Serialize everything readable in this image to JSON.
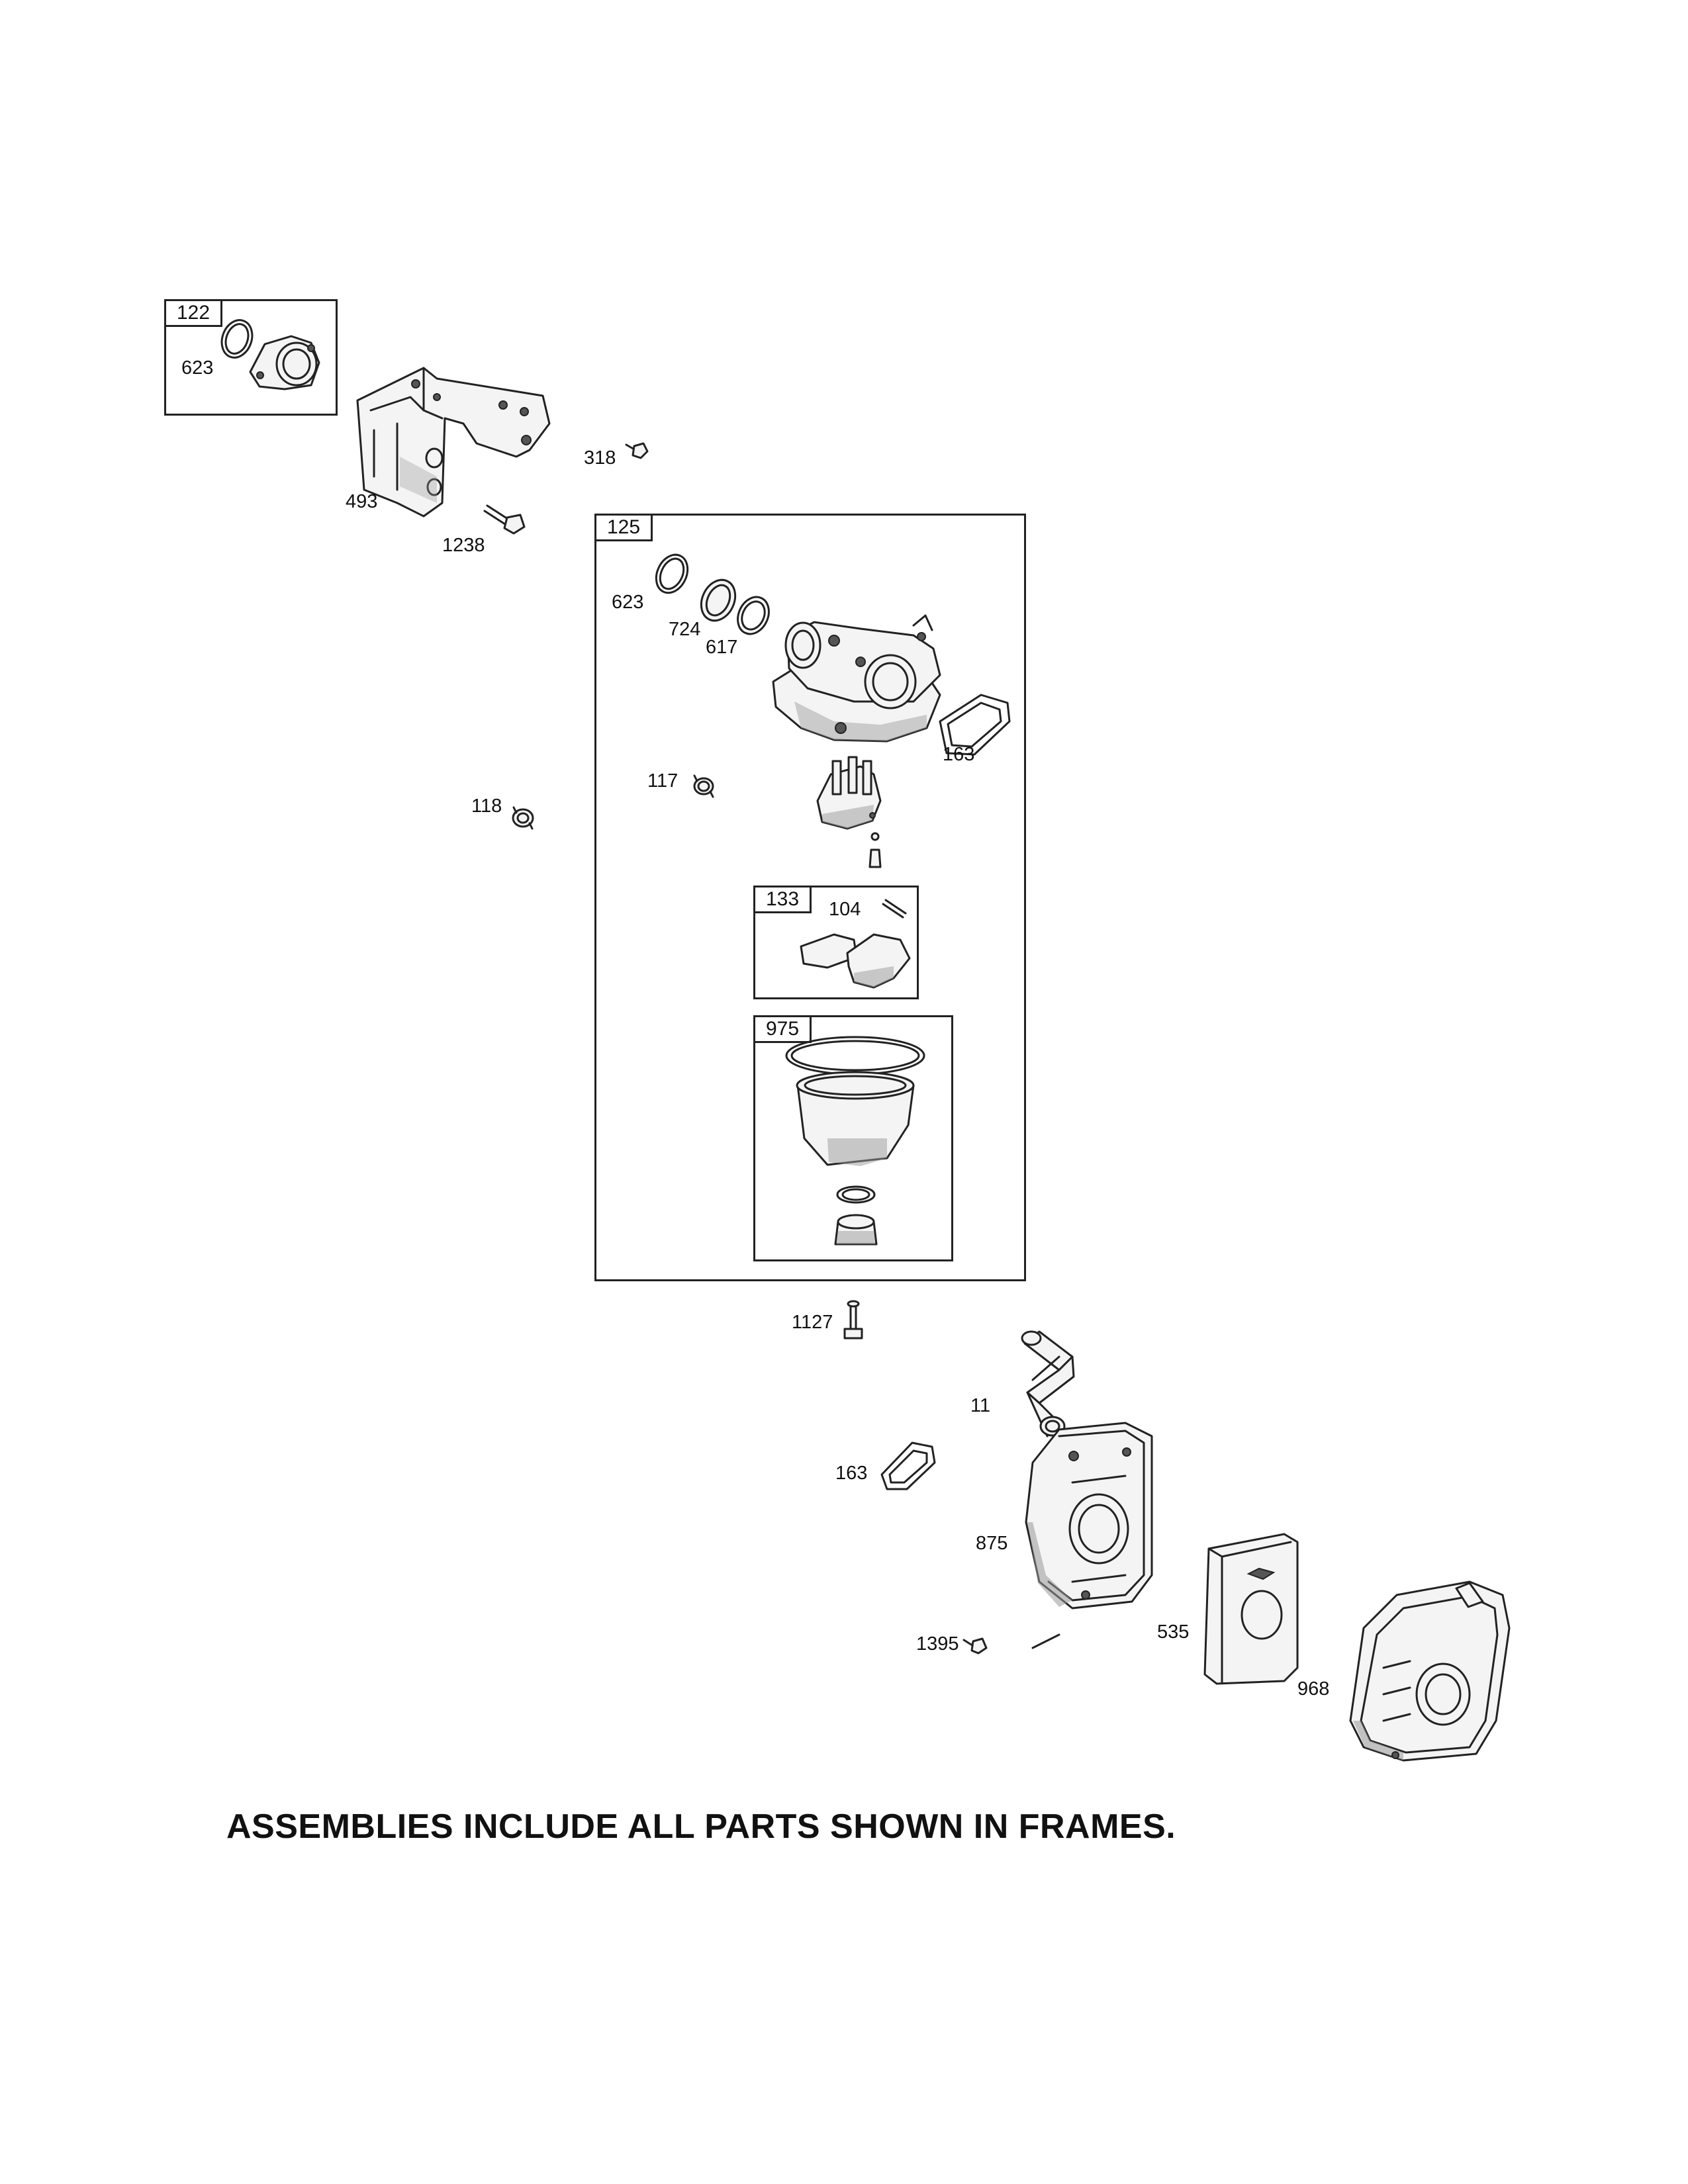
{
  "frames": {
    "f122": "122",
    "f125": "125",
    "f133": "133",
    "f975": "975"
  },
  "parts": {
    "p623_top": "623",
    "p493": "493",
    "p1238": "1238",
    "p318": "318",
    "p623": "623",
    "p724": "724",
    "p617": "617",
    "p163_a": "163",
    "p117": "117",
    "p118": "118",
    "p104": "104",
    "p1127": "1127",
    "p11": "11",
    "p163_b": "163",
    "p875": "875",
    "p1395": "1395",
    "p535": "535",
    "p968": "968"
  },
  "footer": "ASSEMBLIES INCLUDE ALL PARTS SHOWN IN FRAMES."
}
